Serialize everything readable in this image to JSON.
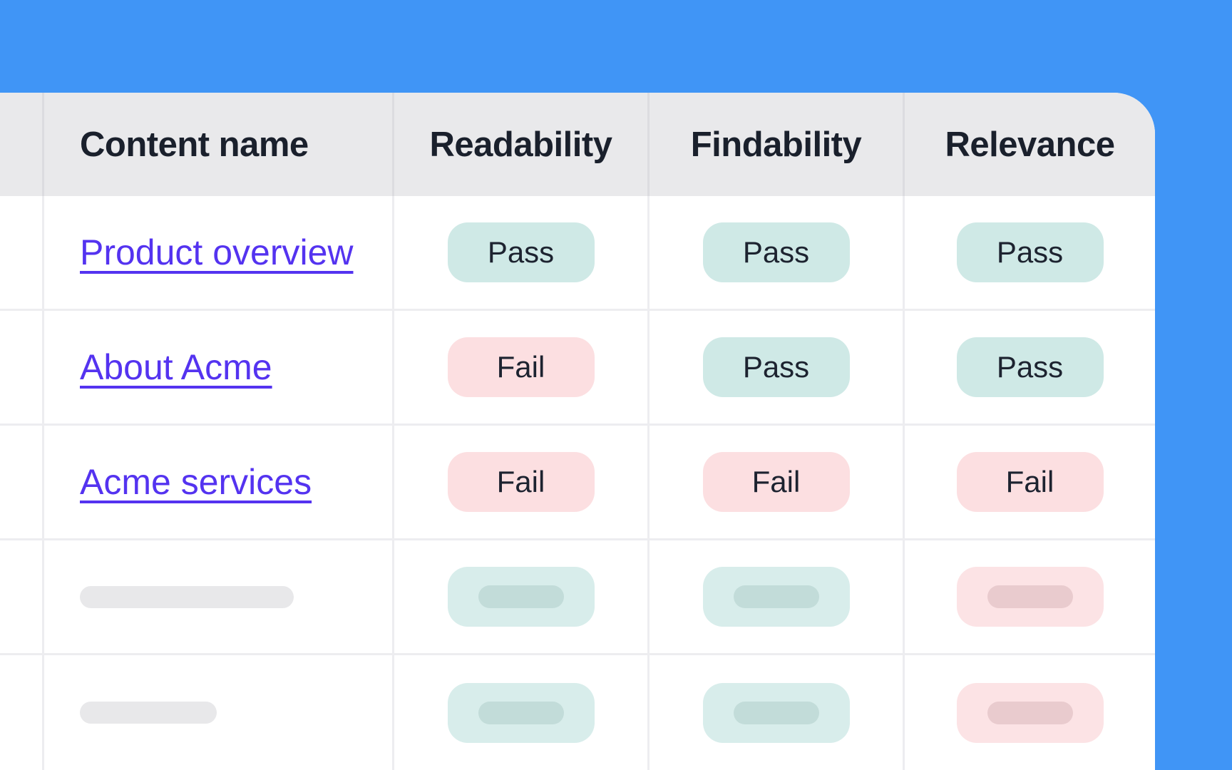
{
  "banner": {
    "color": "#4095f6"
  },
  "table": {
    "columns": [
      {
        "id": "gutter",
        "label": ""
      },
      {
        "id": "content-name",
        "label": "Content name",
        "align": "left"
      },
      {
        "id": "readability",
        "label": "Readability",
        "align": "center"
      },
      {
        "id": "findability",
        "label": "Findability",
        "align": "center"
      },
      {
        "id": "relevance",
        "label": "Relevance",
        "align": "center"
      }
    ],
    "rows": [
      {
        "type": "data",
        "name": "Product overview",
        "results": [
          "Pass",
          "Pass",
          "Pass"
        ]
      },
      {
        "type": "data",
        "name": "About Acme",
        "results": [
          "Fail",
          "Pass",
          "Pass"
        ]
      },
      {
        "type": "data",
        "name": "Acme services",
        "results": [
          "Fail",
          "Fail",
          "Fail"
        ]
      },
      {
        "type": "skeleton",
        "name_bar_width": 300,
        "results": [
          "pass",
          "pass",
          "fail"
        ]
      },
      {
        "type": "skeleton",
        "name_bar_width": 192,
        "results": [
          "pass",
          "pass",
          "fail"
        ]
      }
    ],
    "status_colors": {
      "pass_background": "#cfe9e6",
      "fail_background": "#fcdfe1",
      "text": "#1d2330"
    },
    "link_color": "#5433f0",
    "header_background": "#e9e9eb"
  }
}
